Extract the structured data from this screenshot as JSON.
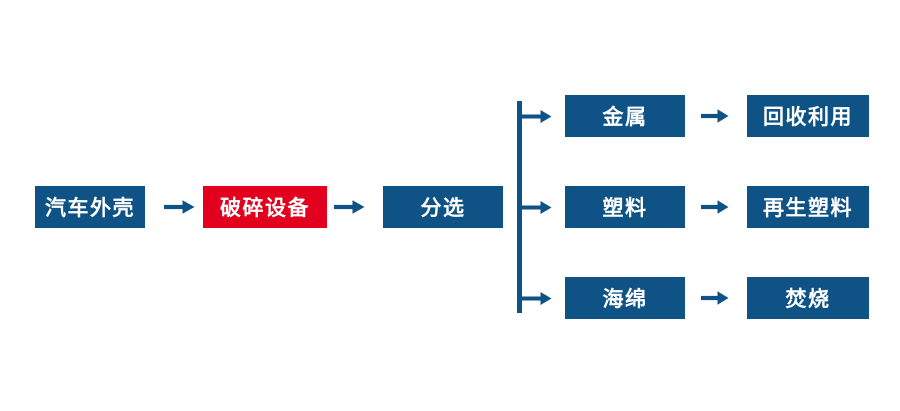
{
  "colors": {
    "node_blue": "#0f5286",
    "node_red": "#e2001e",
    "arrow_blue": "#0f5286",
    "text_white": "#ffffff",
    "background": "#ffffff"
  },
  "main_flow": {
    "source": {
      "label": "汽车外壳"
    },
    "process": {
      "label": "破碎设备"
    },
    "sorting": {
      "label": "分选"
    }
  },
  "branches": [
    {
      "material": "金属",
      "outcome": "回收利用"
    },
    {
      "material": "塑料",
      "outcome": "再生塑料"
    },
    {
      "material": "海绵",
      "outcome": "焚烧"
    }
  ]
}
